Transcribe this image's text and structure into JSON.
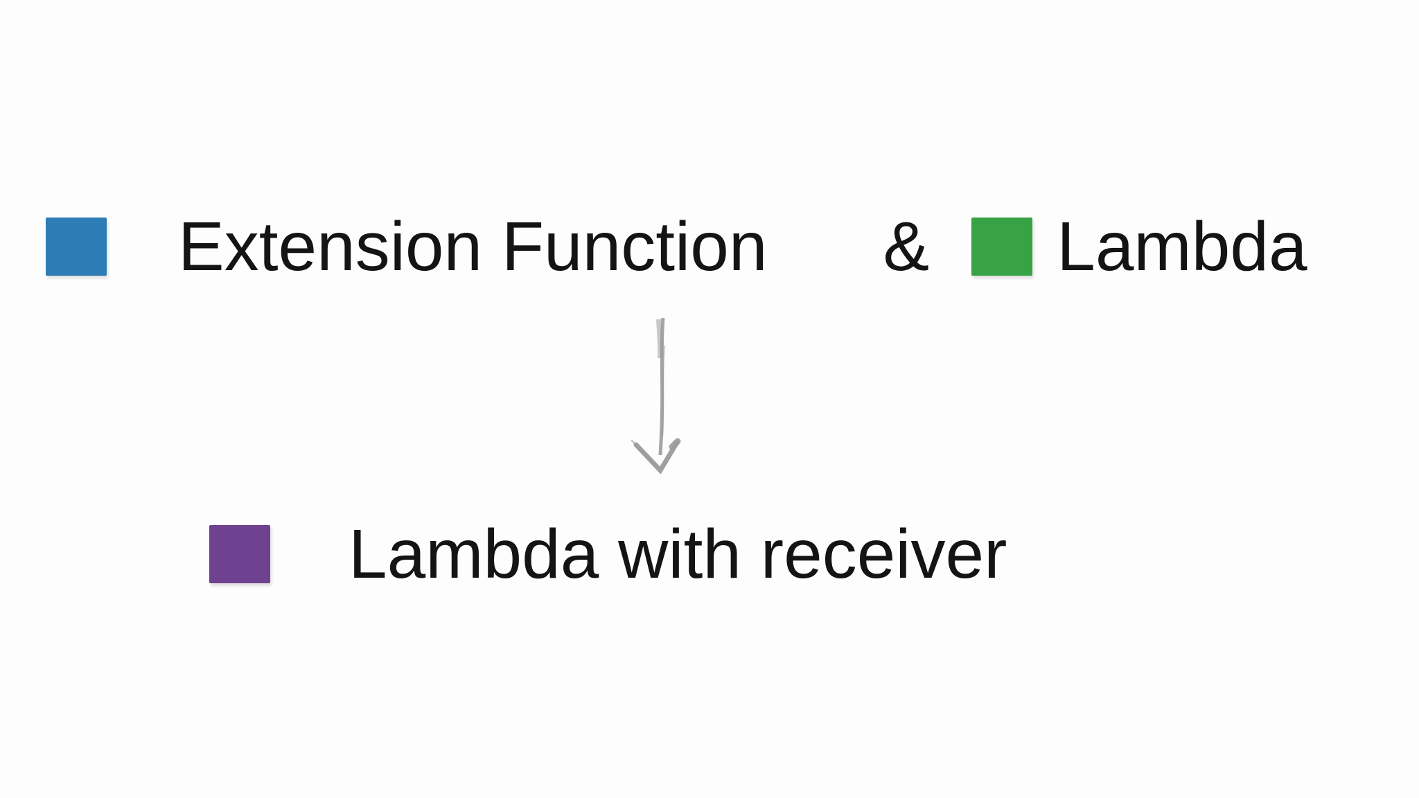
{
  "slide": {
    "background_color": "#fdfdfd",
    "text_color": "#141414",
    "top_row": {
      "extension_function": {
        "label": "Extension Function",
        "swatch_color": "#2e7cb5"
      },
      "connector": "&",
      "lambda": {
        "label": "Lambda",
        "swatch_color": "#38a344"
      }
    },
    "arrow": {
      "icon": "hand-drawn-down-arrow",
      "direction": "down",
      "color": "#9b9b9b"
    },
    "result": {
      "label": "Lambda with receiver",
      "swatch_color": "#6f4291"
    }
  }
}
